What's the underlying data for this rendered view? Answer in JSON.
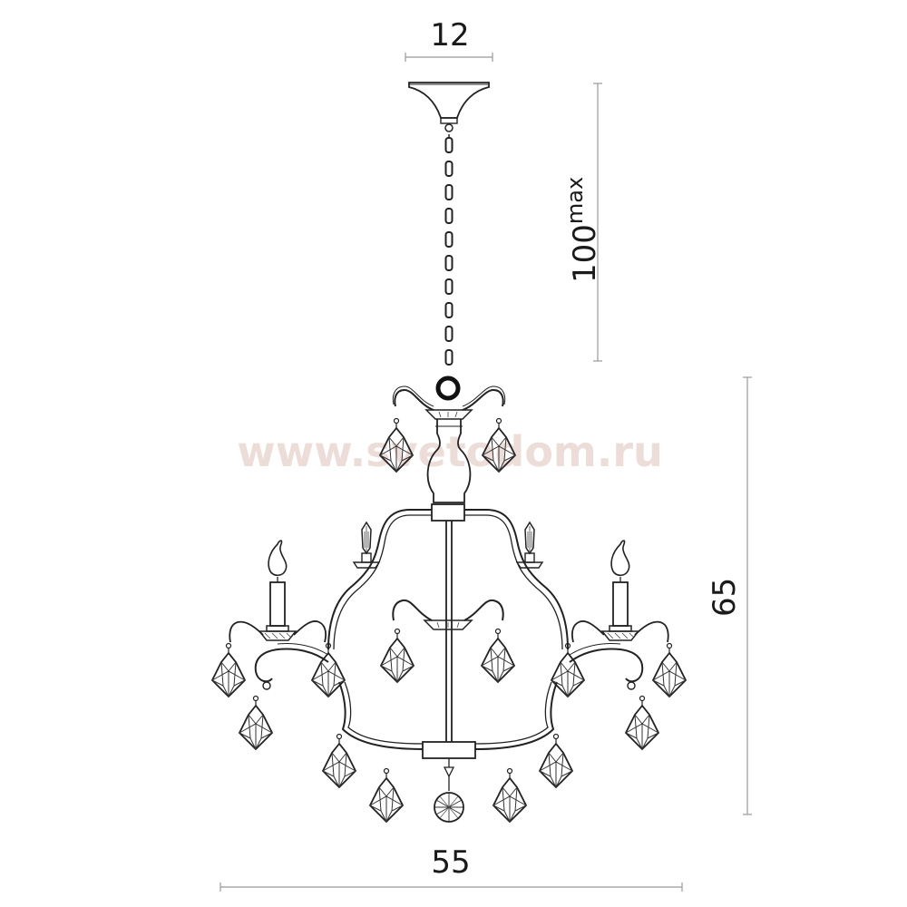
{
  "watermark": "www.svetodom.ru",
  "dimensions": {
    "canopy_width": "12",
    "chain_length_value": "100",
    "chain_length_sup": "max",
    "total_height": "65",
    "total_width": "55"
  },
  "colors": {
    "line": "#222222",
    "dimension_line": "#999999",
    "watermark": "#e6d2cc"
  }
}
